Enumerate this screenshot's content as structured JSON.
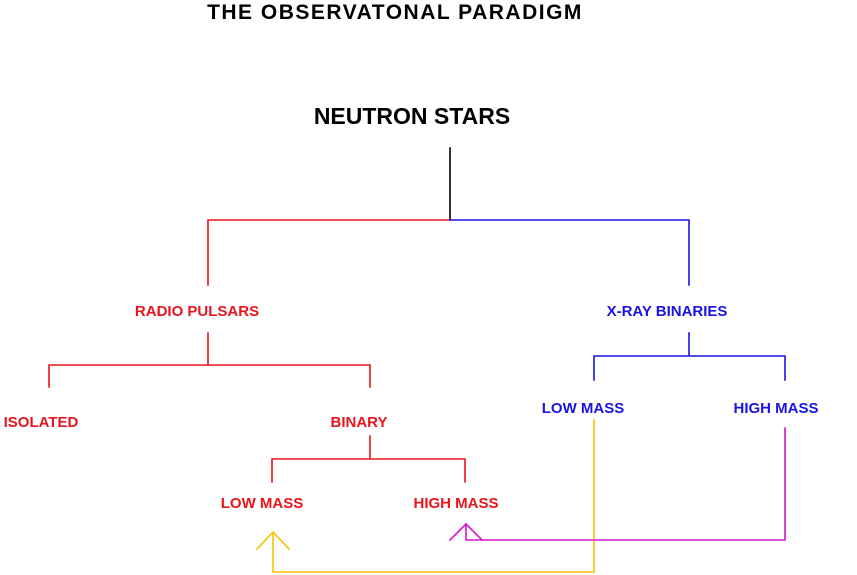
{
  "title": "THE  OBSERVATONAL  PARADIGM",
  "colors": {
    "black": "#000000",
    "red": "#e8141e",
    "blue": "#1a14e0",
    "yellow": "#f5c400",
    "magenta": "#d415d4"
  },
  "nodes": {
    "root": "NEUTRON  STARS",
    "radio_pulsars": "RADIO  PULSARS",
    "xray_binaries": "X-RAY  BINARIES",
    "isolated": "ISOLATED",
    "binary": "BINARY",
    "binary_low_mass": "LOW  MASS",
    "binary_high_mass": "HIGH  MASS",
    "xray_low_mass": "LOW  MASS",
    "xray_high_mass": "HIGH  MASS"
  }
}
